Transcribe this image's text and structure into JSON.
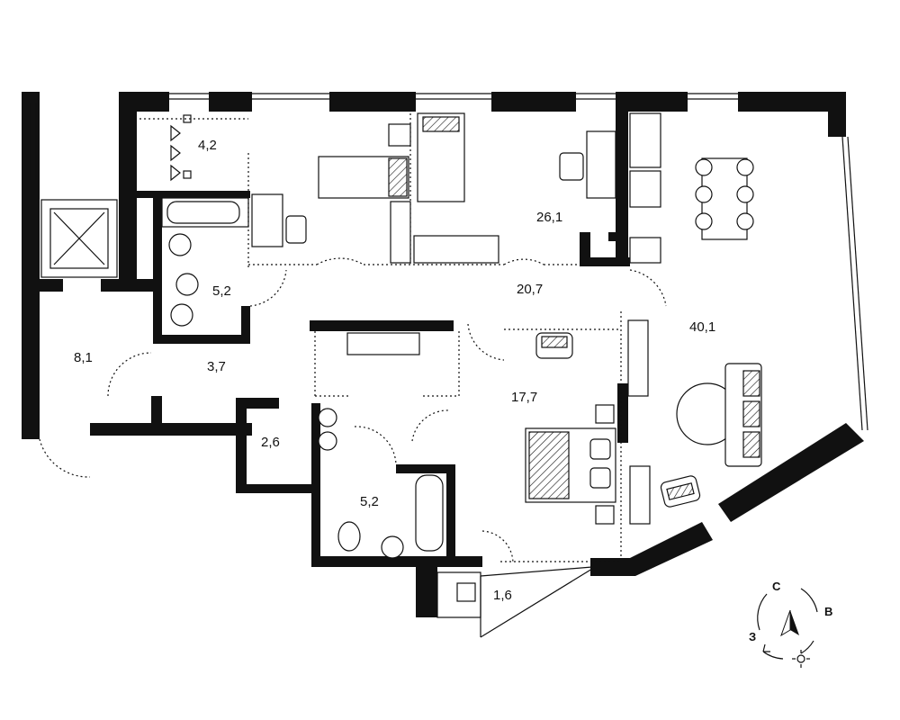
{
  "rooms": [
    {
      "id": "room-a",
      "area": "4,2"
    },
    {
      "id": "room-b",
      "area": "5,2"
    },
    {
      "id": "room-c",
      "area": "26,1"
    },
    {
      "id": "room-d",
      "area": "20,7"
    },
    {
      "id": "room-e",
      "area": "40,1"
    },
    {
      "id": "room-f",
      "area": "8,1"
    },
    {
      "id": "room-g",
      "area": "3,7"
    },
    {
      "id": "room-h",
      "area": "17,7"
    },
    {
      "id": "room-i",
      "area": "2,6"
    },
    {
      "id": "room-j",
      "area": "5,2"
    },
    {
      "id": "room-k",
      "area": "1,6"
    }
  ],
  "compass": {
    "north": "С",
    "east": "В",
    "west": "З",
    "icons": [
      "north-arrow-icon",
      "sun-icon"
    ]
  },
  "colors": {
    "wall": "#111111",
    "background": "#ffffff"
  }
}
